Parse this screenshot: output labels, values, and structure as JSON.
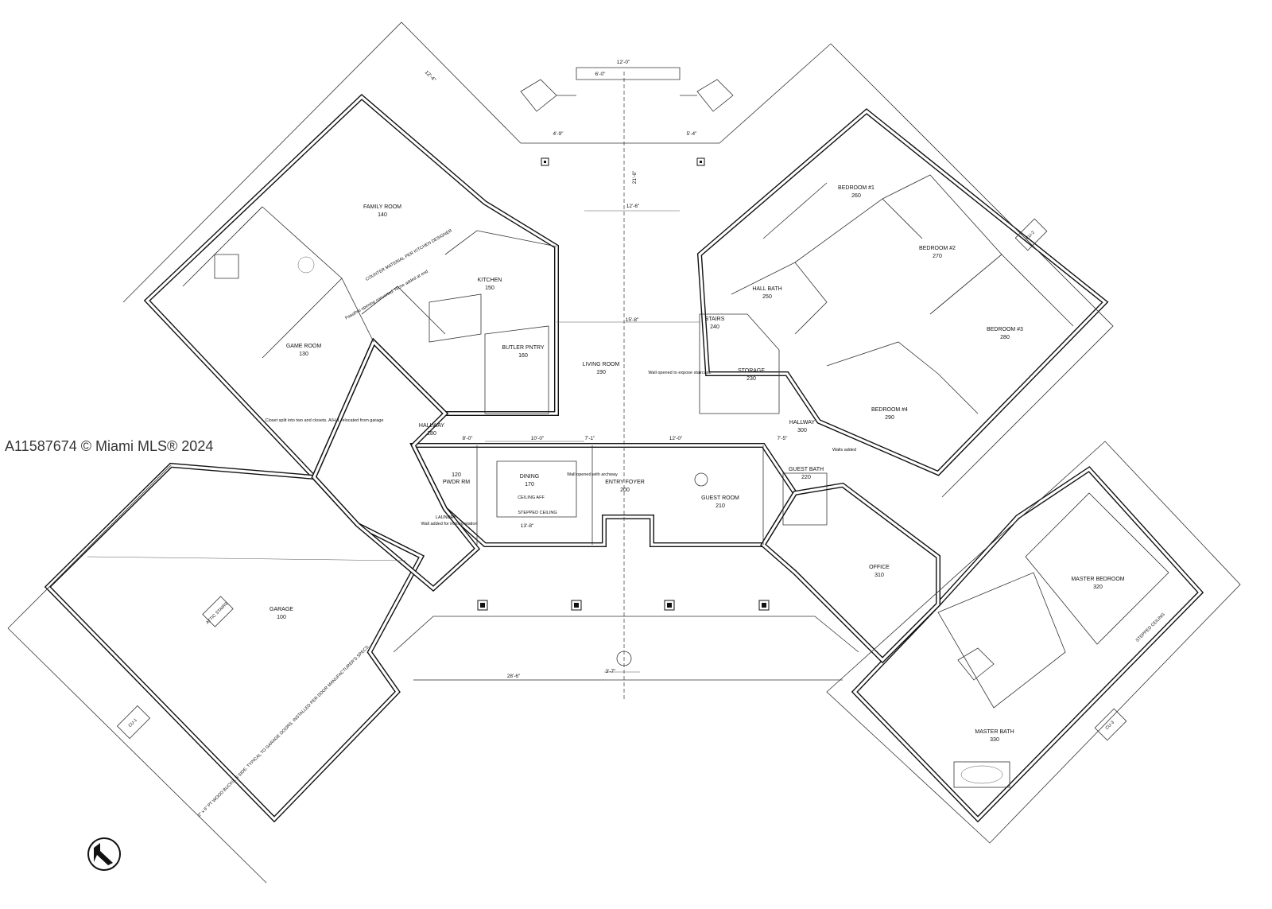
{
  "watermark": "A11587674 © Miami MLS® 2024",
  "rooms": [
    {
      "name": "FAMILY ROOM",
      "number": "140"
    },
    {
      "name": "KITCHEN",
      "number": "150"
    },
    {
      "name": "BUTLER PNTRY",
      "number": "160"
    },
    {
      "name": "GAME ROOM",
      "number": "130"
    },
    {
      "name": "LIVING ROOM",
      "number": "190"
    },
    {
      "name": "HALLWAY",
      "number": "180"
    },
    {
      "name": "PWDR RM",
      "number": "120"
    },
    {
      "name": "DINING",
      "number": "170"
    },
    {
      "name": "ENTRY FOYER",
      "number": "200"
    },
    {
      "name": "GUEST ROOM",
      "number": "210"
    },
    {
      "name": "GUEST BATH",
      "number": "220"
    },
    {
      "name": "STAIRS",
      "number": "240"
    },
    {
      "name": "STORAGE",
      "number": "230"
    },
    {
      "name": "HALL BATH",
      "number": "250"
    },
    {
      "name": "HALLWAY",
      "number": "300"
    },
    {
      "name": "BEDROOM #1",
      "number": "260"
    },
    {
      "name": "BEDROOM #2",
      "number": "270"
    },
    {
      "name": "BEDROOM #3",
      "number": "280"
    },
    {
      "name": "BEDROOM #4",
      "number": "290"
    },
    {
      "name": "OFFICE",
      "number": "310"
    },
    {
      "name": "MASTER BEDROOM",
      "number": "320"
    },
    {
      "name": "MASTER BATH",
      "number": "330"
    },
    {
      "name": "GARAGE",
      "number": "100"
    },
    {
      "name": "LAUNDRY",
      "number": ""
    }
  ],
  "equipment": [
    "CU-1",
    "CU-2",
    "CU-3"
  ],
  "dimensions": [
    "12'-0\"",
    "6'-0\"",
    "4'-9\"",
    "5'-4\"",
    "21'-6\"",
    "12'-6\"",
    "15'-8\"",
    "10'-0\"",
    "8'-0\"",
    "12'-0\"",
    "7'-1\"",
    "7'-5\"",
    "28'-6\"",
    "3'-7\"",
    "13'-8\"",
    "12'-4\""
  ],
  "notes": [
    "Passthru opening converted. Niche added at end",
    "Closet split into two and closets. A/H-1 relocated from garage",
    "Wall added for ironing station",
    "Wall opened with archway",
    "Wall opened to expose staircase",
    "Walls added",
    "STEPPED CEILING",
    "CEILING AFF",
    "2\" x 6\" PT WOOD BUCKS, 3 SIDE. TYPICAL TO GARAGE DOORS. INSTALLED PER DOOR MANUFACTURER'S SPECS.",
    "ATTIC STAIRS",
    "COUNTER MATERIAL PER KITCHEN DESIGNER"
  ]
}
